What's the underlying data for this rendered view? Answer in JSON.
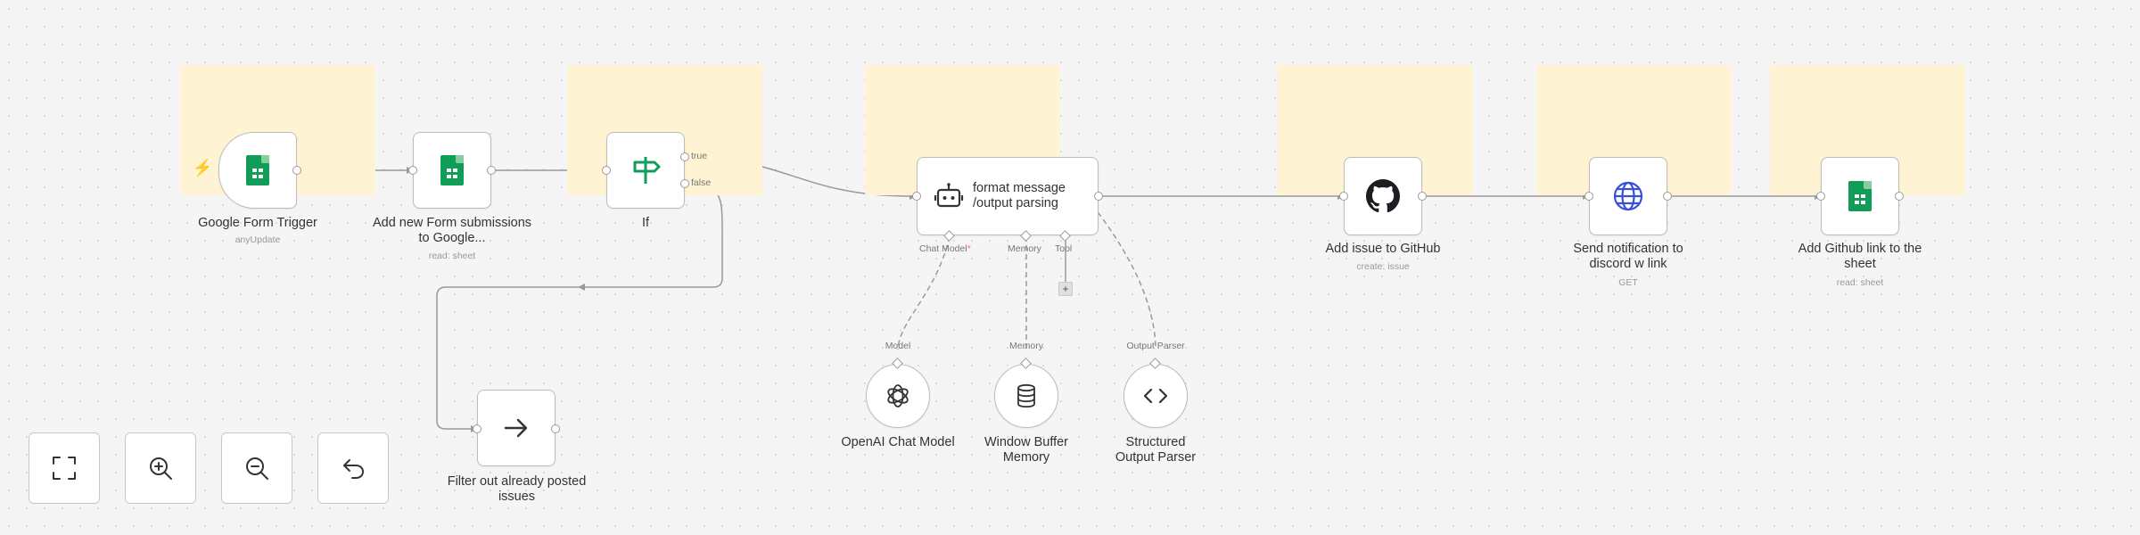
{
  "nodes": {
    "google_form_trigger": {
      "title": "Google Form Trigger",
      "subtitle": "anyUpdate",
      "icon": "google-sheets-icon"
    },
    "add_form_submissions": {
      "title": "Add new Form submissions to Google...",
      "subtitle": "read: sheet",
      "icon": "google-sheets-icon"
    },
    "if": {
      "title": "If",
      "subtitle": "",
      "icon": "signpost-icon",
      "true_label": "true",
      "false_label": "false"
    },
    "format_message": {
      "title_line1": "format message",
      "title_line2": "/output parsing",
      "icon": "robot-icon",
      "port_chat_model": "Chat Model",
      "port_required": "*",
      "port_memory": "Memory",
      "port_tool": "Tool",
      "add_tool": "+"
    },
    "openai_chat_model": {
      "title": "OpenAI Chat Model",
      "port_label": "Model",
      "icon": "openai-icon"
    },
    "window_buffer_memory": {
      "title": "Window Buffer Memory",
      "port_label": "Memory",
      "icon": "database-icon"
    },
    "structured_output_parser": {
      "title": "Structured Output Parser",
      "port_label": "Output Parser",
      "icon": "code-brackets-icon"
    },
    "filter_posted": {
      "title": "Filter out already posted issues",
      "icon": "arrow-right-icon"
    },
    "add_issue_github": {
      "title": "Add issue to GitHub",
      "subtitle": "create: issue",
      "icon": "github-icon"
    },
    "send_discord": {
      "title": "Send notification to discord w link",
      "subtitle": "GET",
      "icon": "globe-icon"
    },
    "add_github_link": {
      "title": "Add Github link to the sheet",
      "subtitle": "read: sheet",
      "icon": "google-sheets-icon"
    }
  },
  "controls": [
    "fit-view-icon",
    "zoom-in-icon",
    "zoom-out-icon",
    "undo-icon"
  ],
  "colors": {
    "canvas": "#f5f5f5",
    "sticky": "#fef3d3",
    "sheets_green": "#0f9d58",
    "ifgreen": "#0f9d58",
    "globe": "#3a4fdb",
    "trigger_bolt": "#ff6d5a"
  }
}
